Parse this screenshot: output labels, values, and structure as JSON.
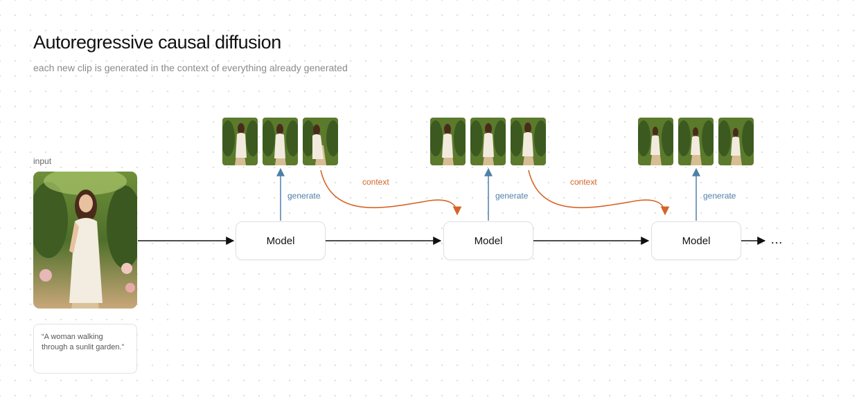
{
  "header": {
    "title": "Autoregressive causal diffusion",
    "subtitle": "each new clip is generated in the context of everything already generated"
  },
  "input": {
    "label": "input",
    "prompt": "“A woman walking through a sunlit garden.”"
  },
  "models": [
    {
      "label": "Model"
    },
    {
      "label": "Model"
    },
    {
      "label": "Model"
    }
  ],
  "edges": {
    "generate_label": "generate",
    "context_label": "context",
    "continuation": "…"
  },
  "colors": {
    "generate": "#4f7fa8",
    "context": "#d4652a",
    "main_flow": "#111111"
  }
}
